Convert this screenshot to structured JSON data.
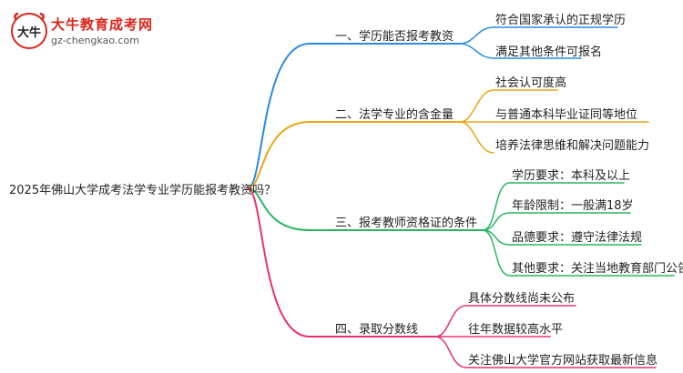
{
  "logo": {
    "name": "大牛教育成考网",
    "url": "gz-chengkao.com",
    "mark_text": "大牛"
  },
  "root": {
    "label": "2025年佛山大学成考法学专业学历能报考教资吗？"
  },
  "branches": [
    {
      "label": "一、学历能否报考教资",
      "color": "#2a8be0",
      "children": [
        {
          "label": "符合国家承认的正规学历"
        },
        {
          "label": "满足其他条件可报名"
        }
      ]
    },
    {
      "label": "二、法学专业的含金量",
      "color": "#eaa516",
      "children": [
        {
          "label": "社会认可度高"
        },
        {
          "label": "与普通本科毕业证同等地位"
        },
        {
          "label": "培养法律思维和解决问题能力"
        }
      ]
    },
    {
      "label": "三、报考教师资格证的条件",
      "color": "#28b660",
      "children": [
        {
          "label": "学历要求：本科及以上"
        },
        {
          "label": "年龄限制：一般满18岁"
        },
        {
          "label": "品德要求：遵守法律法规"
        },
        {
          "label": "其他要求：关注当地教育部门公告"
        }
      ]
    },
    {
      "label": "四、录取分数线",
      "color": "#e8336e",
      "children": [
        {
          "label": "具体分数线尚未公布"
        },
        {
          "label": "往年数据较高水平"
        },
        {
          "label": "关注佛山大学官方网站获取最新信息"
        }
      ]
    }
  ]
}
